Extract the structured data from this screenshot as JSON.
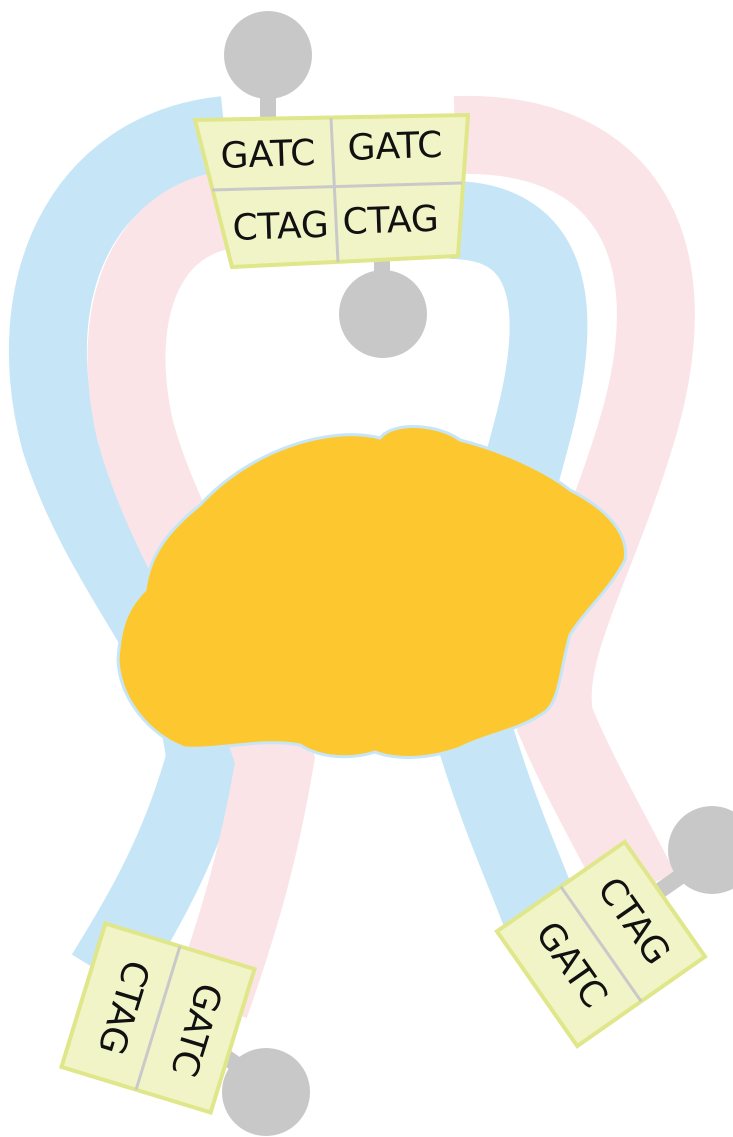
{
  "colors": {
    "strand_blue": "#c6e6f8",
    "strand_pink": "#fbe4e8",
    "protein": "#fdc82f",
    "protein_outline": "#c6e6f8",
    "site_fill": "#f1f4c6",
    "site_border": "#e0e68a",
    "site_divider": "#c9c9c9",
    "ligand": "#c8c8c8",
    "text": "#111111"
  },
  "icons": {
    "protein": "protein-blob",
    "ligand": "gray-circle-ligand"
  },
  "top_site": {
    "left_top": "GATC",
    "right_top": "GATC",
    "left_bottom": "CTAG",
    "right_bottom": "CTAG"
  },
  "bottom_left_site": {
    "outer": "CTAG",
    "inner": "GATC"
  },
  "bottom_right_site": {
    "outer": "CTAG",
    "inner": "GATC"
  }
}
